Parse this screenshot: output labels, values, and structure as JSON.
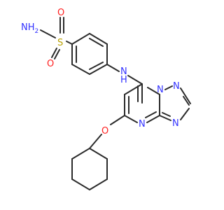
{
  "molecule": {
    "atoms": {
      "nh2": {
        "text": "NH",
        "sub": "2",
        "color": "#3333ff"
      },
      "s": {
        "text": "S",
        "color": "#b8a000"
      },
      "o_top": {
        "text": "O",
        "color": "#ff2020"
      },
      "o_low": {
        "text": "O",
        "color": "#ff2020"
      },
      "nh": {
        "text": "N",
        "sub_h": "H",
        "color": "#3333ff"
      },
      "n_bridge": {
        "text": "N",
        "color": "#3333ff"
      },
      "n_tri_top": {
        "text": "N",
        "color": "#3333ff"
      },
      "n_tri_right": {
        "text": "N",
        "color": "#3333ff"
      },
      "n_pyr": {
        "text": "N",
        "color": "#3333ff"
      },
      "o_ether": {
        "text": "O",
        "color": "#ff2020"
      }
    },
    "bond_color": "#2b2b2b"
  }
}
